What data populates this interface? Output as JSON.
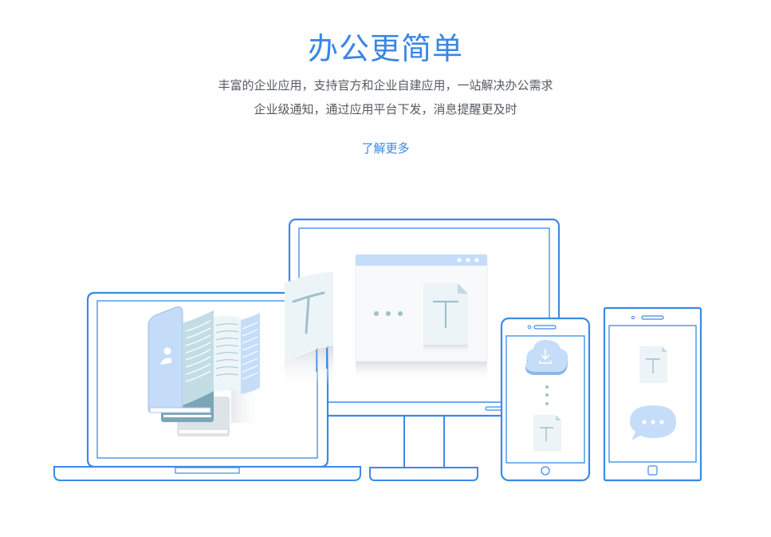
{
  "hero": {
    "title": "办公更简单",
    "description_lines": [
      "丰富的企业应用，支持官方和企业自建应用，一站解决办公需求",
      "企业级通知，通过应用平台下发，消息提醒更及时"
    ],
    "learn_more_label": "了解更多"
  },
  "illustration": {
    "devices": [
      "laptop",
      "desktop-monitor",
      "phone",
      "tablet"
    ],
    "glyphs": {
      "document_letter": "T",
      "dots": "• • •"
    }
  },
  "colors": {
    "accent": "#3b86e6",
    "device_outline": "#3a8ae6",
    "text": "#555a60",
    "light_blue": "#c6ddfa",
    "paper": "#edf4f8",
    "teal_gray": "#9fc1cb"
  }
}
